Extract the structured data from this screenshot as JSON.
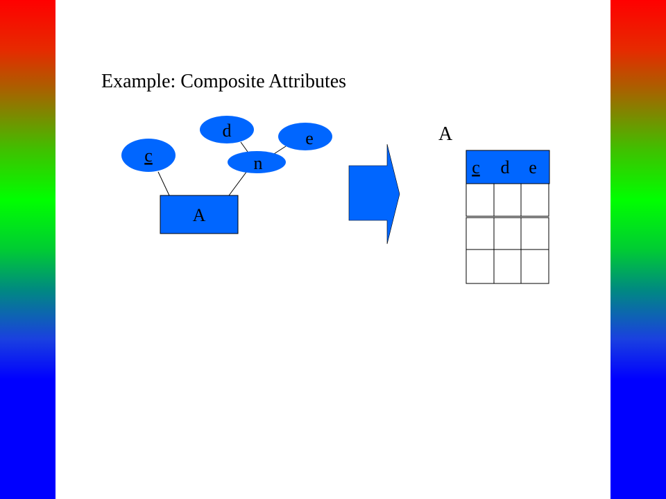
{
  "title": "Example: Composite Attributes",
  "er": {
    "entity": "A",
    "attributes": {
      "c": "c",
      "d": "d",
      "e": "e",
      "n": "n"
    }
  },
  "table": {
    "name": "A",
    "columns": [
      "c",
      "d",
      "e"
    ],
    "key_column": "c",
    "empty_rows": 3
  },
  "colors": {
    "shape_fill": "#0066ff",
    "line": "#000000",
    "background": "#ffffff"
  }
}
